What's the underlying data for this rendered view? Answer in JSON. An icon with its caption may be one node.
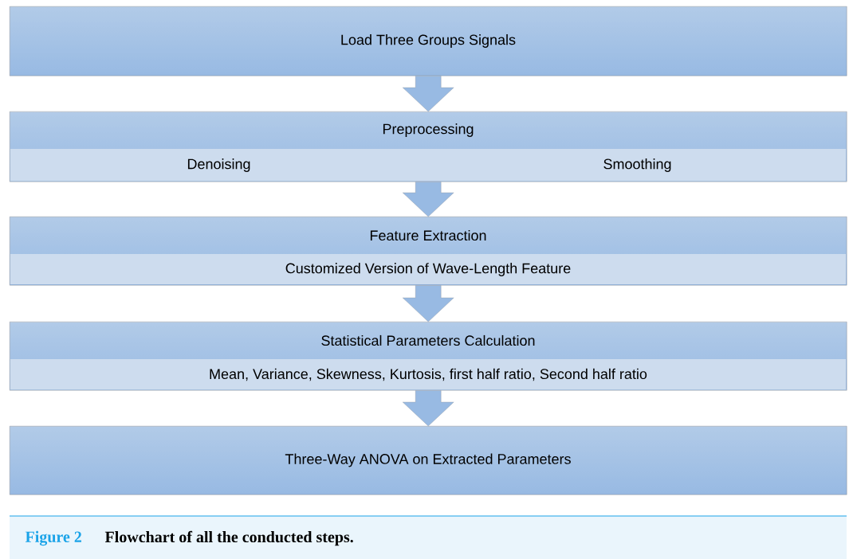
{
  "diagram": {
    "caption": "Flowchart of all the conducted steps.",
    "nodes": [
      {
        "text": [
          "Load Three Groups Signals"
        ]
      },
      {
        "text": [
          "Preprocessing",
          "Denoising",
          "Smoothing"
        ]
      },
      {
        "text": [
          "Feature Extraction",
          "Customized Version of Wave-Length Feature"
        ]
      },
      {
        "text": [
          "Statistical Parameters Calculation",
          "Mean, Variance, Skewness, Kurtosis, first half ratio, Second half ratio"
        ]
      },
      {
        "text": [
          "Three-Way ANOVA on Extracted Parameters"
        ]
      }
    ],
    "edges": [
      {
        "from": 0,
        "to": 1,
        "arrow": "to"
      },
      {
        "from": 1,
        "to": 2,
        "arrow": "to"
      },
      {
        "from": 2,
        "to": 3,
        "arrow": "to"
      },
      {
        "from": 3,
        "to": 4,
        "arrow": "to"
      }
    ],
    "labels": [
      "Figure 2"
    ]
  }
}
